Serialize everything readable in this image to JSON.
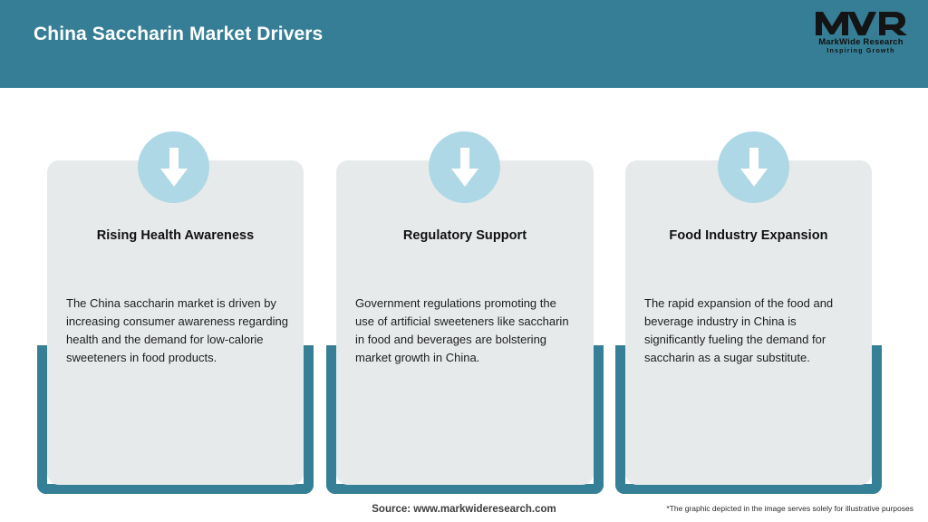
{
  "header": {
    "title": "China Saccharin Market Drivers",
    "bar_color": "#357E96"
  },
  "logo": {
    "mark": "MWR",
    "name": "MarkWide Research",
    "tagline": "Inspiring Growth"
  },
  "cards": [
    {
      "icon": "down-arrow-icon",
      "heading": "Rising Health Awareness",
      "body": "The China saccharin market is driven by increasing consumer awareness regarding health and the demand for low-calorie sweeteners in food products."
    },
    {
      "icon": "down-arrow-icon",
      "heading": "Regulatory Support",
      "body": "Government regulations promoting the use of artificial sweeteners like saccharin in food and beverages are bolstering market growth in China."
    },
    {
      "icon": "down-arrow-icon",
      "heading": "Food Industry Expansion",
      "body": "The rapid expansion of the food and beverage industry in China is significantly fueling the demand for saccharin as a sugar substitute."
    }
  ],
  "footer": {
    "source": "Source: www.markwideresearch.com",
    "disclaimer": "*The graphic depicted in the image serves solely for illustrative purposes"
  },
  "colors": {
    "teal": "#357E96",
    "frame_teal": "#358097",
    "card_gray": "#E7EAEB",
    "badge_blue": "#AFD8E6",
    "white": "#FFFFFF"
  }
}
